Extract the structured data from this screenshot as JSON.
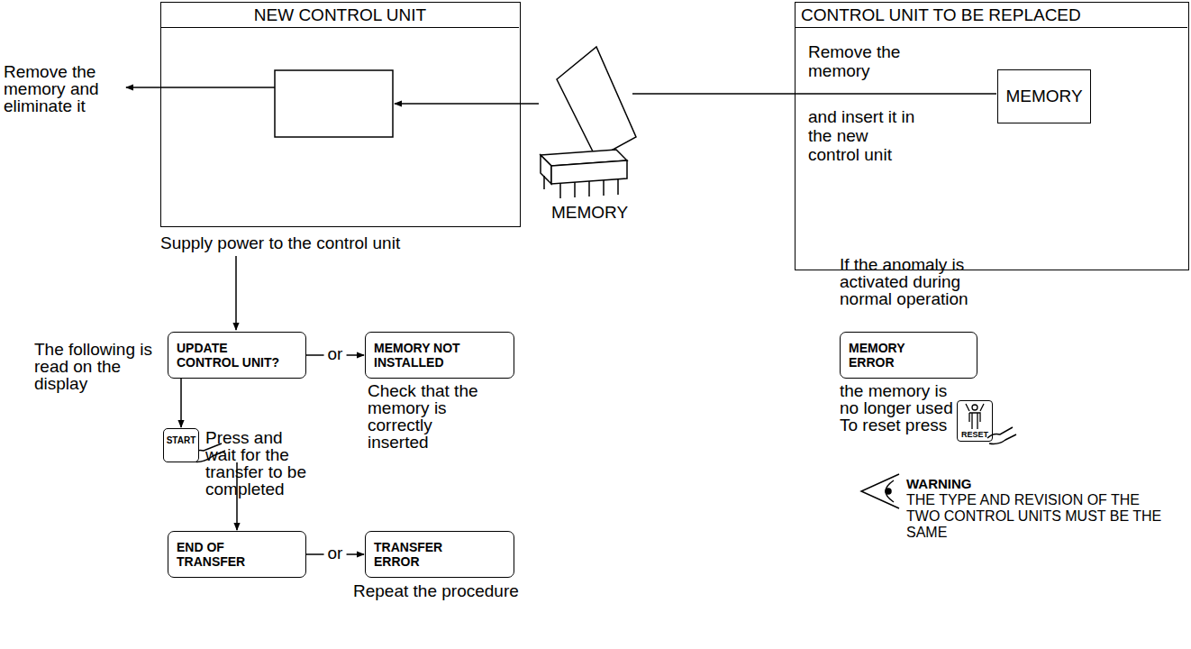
{
  "diagram": {
    "nodes": [
      {
        "text": [
          "NEW CONTROL UNIT"
        ]
      },
      {
        "text": [
          "CONTROL UNIT TO BE REPLACED",
          "Remove the memory",
          "and insert it in the new control unit"
        ]
      },
      {
        "text": [
          "MEMORY"
        ],
        "in": 1
      },
      {
        "text": [
          "UPDATE CONTROL UNIT?"
        ]
      },
      {
        "text": [
          "MEMORY NOT INSTALLED"
        ]
      },
      {
        "text": [
          "START"
        ]
      },
      {
        "text": [
          "END OF TRANSFER"
        ]
      },
      {
        "text": [
          "TRANSFER ERROR"
        ]
      },
      {
        "text": [
          "MEMORY ERROR"
        ]
      },
      {
        "text": [
          "RESET"
        ]
      }
    ],
    "edges": [
      {
        "from": 3,
        "to": 4,
        "label": "or",
        "arrow": "to"
      },
      {
        "from": 3,
        "to": 5,
        "arrow": "to"
      },
      {
        "from": 5,
        "to": 6,
        "arrow": "to"
      },
      {
        "from": 6,
        "to": 7,
        "label": "or",
        "arrow": "to"
      }
    ],
    "labels": [
      "Remove the memory and eliminate it",
      "MEMORY",
      "Supply power to the control unit",
      "The following is read on the display",
      "Check that the memory is correctly inserted",
      "Press and wait for the transfer to be completed",
      "Repeat the procedure",
      "If the anomaly is activated during normal operation",
      "the memory is no longer used To reset press",
      "WARNING",
      "THE TYPE AND REVISION OF THE TWO CONTROL UNITS MUST BE THE SAME"
    ]
  }
}
